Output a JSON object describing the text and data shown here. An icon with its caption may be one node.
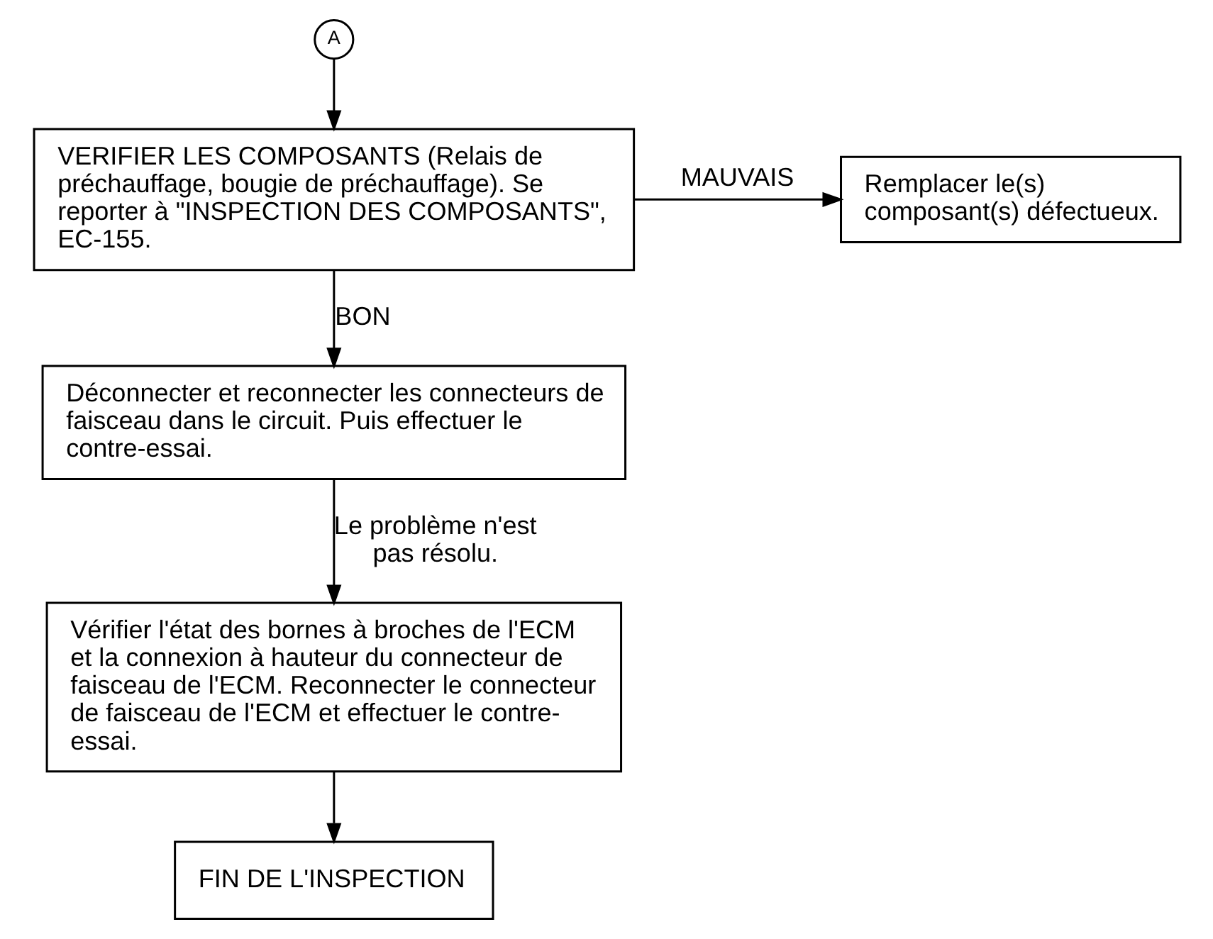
{
  "diagram": {
    "nodes": [
      {
        "text": [
          "A"
        ]
      },
      {
        "text": [
          "VERIFIER LES COMPOSANTS (Relais de préchauffage, bougie de préchauffage). Se reporter à \"INSPECTION DES COMPOSANTS\", EC-155."
        ]
      },
      {
        "text": [
          "Remplacer le(s) composant(s) défectueux."
        ]
      },
      {
        "text": [
          "Déconnecter et reconnecter les connecteurs de faisceau dans le circuit. Puis effectuer le contre-essai."
        ]
      },
      {
        "text": [
          "Vérifier l'état des bornes à broches de l'ECM et la connexion à hauteur du connecteur de faisceau de l'ECM. Reconnecter le connecteur de faisceau de l'ECM et effectuer le contre-essai."
        ]
      },
      {
        "text": [
          "FIN DE L'INSPECTION"
        ]
      }
    ],
    "edges": [
      {
        "from": 0,
        "to": 1,
        "arrow": "to"
      },
      {
        "from": 1,
        "to": 2,
        "arrow": "to",
        "label": "MAUVAIS"
      },
      {
        "from": 1,
        "to": 3,
        "arrow": "to",
        "label": "BON"
      },
      {
        "from": 3,
        "to": 4,
        "arrow": "to",
        "label": "Le problème n'est pas résolu."
      },
      {
        "from": 4,
        "to": 5,
        "arrow": "to"
      }
    ]
  }
}
